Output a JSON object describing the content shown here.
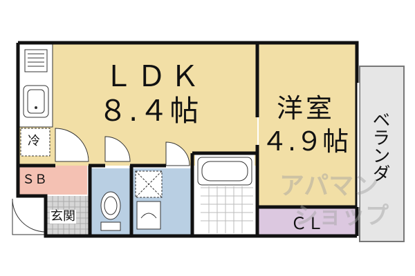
{
  "rooms": {
    "ldk": {
      "name": "ＬＤＫ",
      "size": "８.４帖"
    },
    "western": {
      "name": "洋室",
      "size": "４.９帖"
    },
    "veranda": {
      "name": "ベランダ"
    },
    "closet": {
      "name": "ＣＬ"
    },
    "storage": {
      "name": "ＳＢ"
    },
    "entrance": {
      "name": "玄関"
    },
    "fridge": {
      "name": "冷"
    }
  },
  "watermark": {
    "line1": "アパマン",
    "line2": "ショップ"
  },
  "colors": {
    "ldk": "#f2dfa6",
    "western": "#f2dfa6",
    "bath": "#b9cfe3",
    "storage": "#f4c1b3",
    "closet": "#dcc8e0",
    "veranda": "#e6e6e6",
    "entrance_tile": "#d6d6d6",
    "wall": "#111111"
  }
}
